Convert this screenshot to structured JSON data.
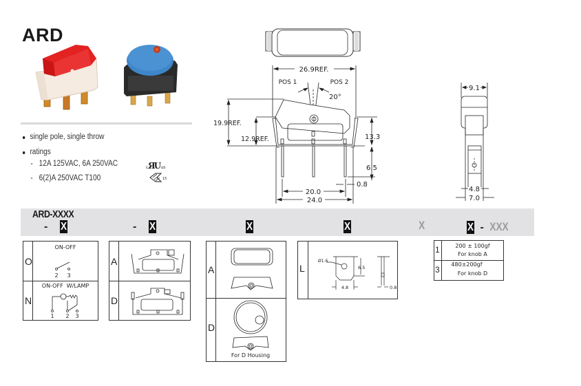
{
  "header": {
    "title": "ARD"
  },
  "features": {
    "bullets": [
      {
        "text": "single pole, single throw"
      },
      {
        "text": "ratings"
      }
    ],
    "ratings": [
      {
        "dash": "-",
        "text": "12A 125VAC, 6A 250VAC",
        "cert_icon": "ul-recognized-icon",
        "cert_prefix": "c",
        "cert_suffix": "us"
      },
      {
        "dash": "-",
        "text": "6(2)A 250VAC T100",
        "cert_icon": "enec-icon",
        "cert_suffix": "15"
      }
    ]
  },
  "photos": [
    {
      "name": "red-rocker-switch-photo",
      "color": "#e21f1f"
    },
    {
      "name": "blue-round-switch-photo",
      "color": "#3a7fc0"
    }
  ],
  "dimensions": {
    "top_view": {},
    "front_view": {
      "width_ref": "26.9REF.",
      "pos1": "POS 1",
      "pos2": "POS 2",
      "angle": "20°",
      "height_ref": "19.9REF.",
      "body_height_ref": "12.9REF.",
      "right_height": "13.3",
      "terminal_length": "6.5",
      "terminal_thickness": "0.8",
      "terminal_spacing": "20.0",
      "base_width": "24.0"
    },
    "side_view": {
      "top_width": "9.1",
      "terminal_width": "4.8",
      "base_width": "7.0"
    }
  },
  "ordering_code": {
    "base": "ARD-XXXX",
    "segments": [
      {
        "prefix": "-",
        "value": "X",
        "style": "box"
      },
      {
        "prefix": "-",
        "value": "X",
        "style": "box"
      },
      {
        "prefix": "",
        "value": "X",
        "style": "box"
      },
      {
        "prefix": "",
        "value": "X",
        "style": "box"
      },
      {
        "prefix": "",
        "value": "X",
        "style": "gray"
      },
      {
        "prefix": "",
        "value": "X",
        "style": "box",
        "suffix_dash": "-",
        "suffix": "XXX"
      }
    ]
  },
  "option_tables": {
    "circuit": [
      {
        "code": "O",
        "label": "ON-OFF",
        "terminals": [
          "2",
          "3"
        ]
      },
      {
        "code": "N",
        "label": "ON-OFF  W/LAMP",
        "terminals": [
          "1",
          "2",
          "3"
        ]
      }
    ],
    "housing": [
      {
        "code": "A"
      },
      {
        "code": "D"
      }
    ],
    "knob": [
      {
        "code": "A"
      },
      {
        "code": "D",
        "note": "For D Housing"
      }
    ],
    "terminal": [
      {
        "code": "L",
        "hole": "Ø1.6",
        "height": "6.5",
        "width": "4.8",
        "thickness": "0.8"
      }
    ],
    "force": [
      {
        "code": "1",
        "force": "200 ± 100gf",
        "note": "For knob A"
      },
      {
        "code": "3",
        "force": "480±200gf",
        "note": "For knob D"
      }
    ]
  }
}
